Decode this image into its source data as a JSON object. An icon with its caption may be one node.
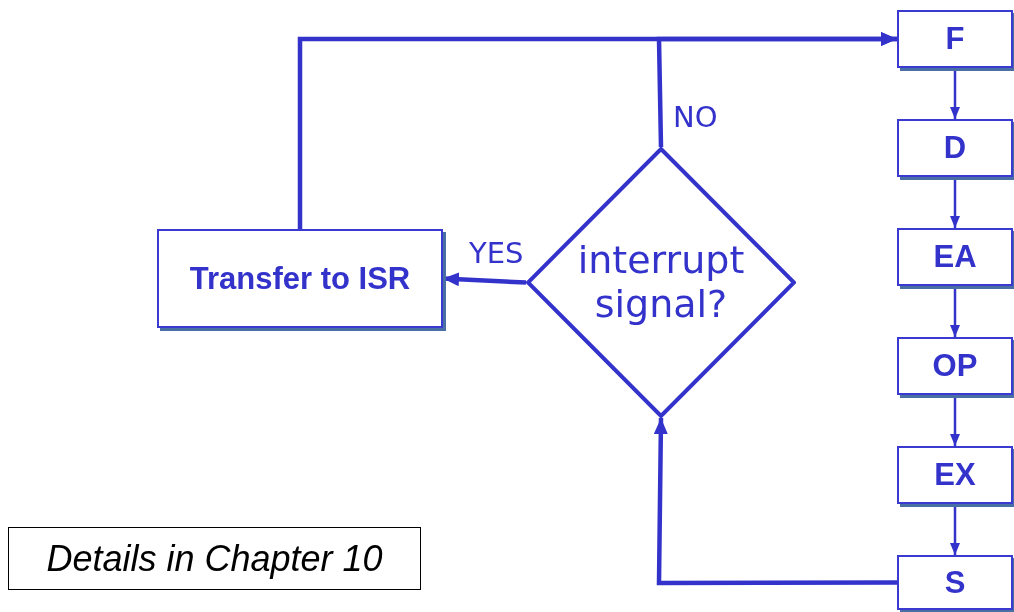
{
  "diagram": {
    "nodes": [
      {
        "text": [
          "Transfer to ISR"
        ]
      },
      {
        "text": [
          "interrupt signal?"
        ]
      },
      {
        "text": [
          "F"
        ]
      },
      {
        "text": [
          "D"
        ]
      },
      {
        "text": [
          "EA"
        ]
      },
      {
        "text": [
          "OP"
        ]
      },
      {
        "text": [
          "EX"
        ]
      },
      {
        "text": [
          "S"
        ]
      },
      {
        "text": [
          "Details in Chapter 10"
        ]
      }
    ],
    "edges": [
      {
        "from": 2,
        "to": 3,
        "arrow": "to"
      },
      {
        "from": 3,
        "to": 4,
        "arrow": "to"
      },
      {
        "from": 4,
        "to": 5,
        "arrow": "to"
      },
      {
        "from": 5,
        "to": 6,
        "arrow": "to"
      },
      {
        "from": 6,
        "to": 7,
        "arrow": "to"
      },
      {
        "from": 7,
        "to": 1,
        "arrow": "to",
        "style": "thick"
      },
      {
        "from": 1,
        "to": 2,
        "arrow": "to",
        "label": "NO",
        "style": "thick"
      },
      {
        "from": 0,
        "to": 2,
        "arrow": "to",
        "style": "thick"
      },
      {
        "from": 1,
        "to": 0,
        "arrow": "to",
        "label": "YES",
        "style": "thick"
      }
    ]
  }
}
